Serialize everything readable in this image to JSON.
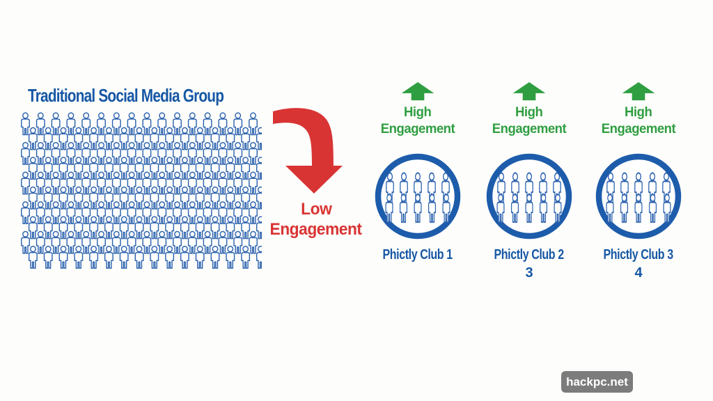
{
  "title": "Traditional Social Media Group",
  "crowd": {
    "rows": 10,
    "per_row": 16
  },
  "low_engagement": {
    "line1": "Low",
    "line2": "Engagement"
  },
  "clubs": [
    {
      "high_line1": "High",
      "high_line2": "Engagement",
      "name": "Phictly Club 1",
      "extra": ""
    },
    {
      "high_line1": "High",
      "high_line2": "Engagement",
      "name": "Phictly Club 2",
      "extra": "3"
    },
    {
      "high_line1": "High",
      "high_line2": "Engagement",
      "name": "Phictly Club 3",
      "extra": "4"
    }
  ],
  "club_icon": {
    "back_row": 5,
    "front_row": 5
  },
  "watermark": "hackpc.net",
  "colors": {
    "title_blue": "#1657a5",
    "figure_blue": "#2d63ae",
    "ring_blue": "#1d5cab",
    "green": "#2f9e41",
    "red": "#d93434",
    "watermark_bg": "#7c7c7c"
  }
}
